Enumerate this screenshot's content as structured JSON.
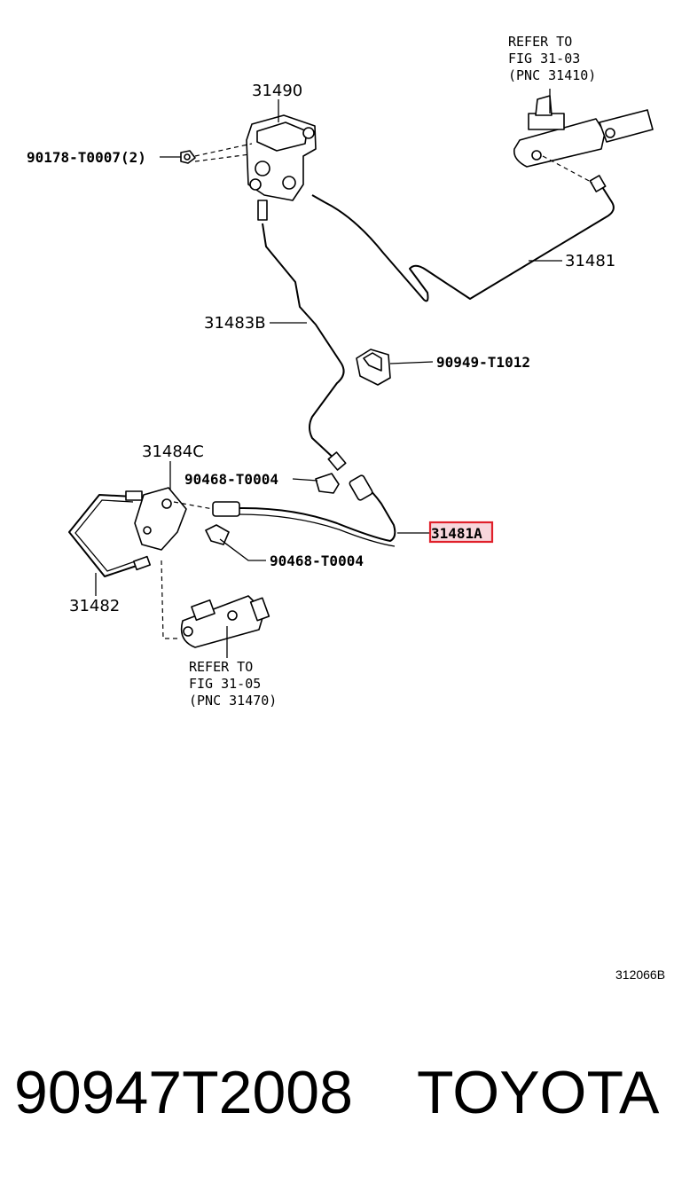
{
  "diagram": {
    "labels": {
      "p31490": "31490",
      "p90178": "90178-T0007(2)",
      "p31481": "31481",
      "p31483b": "31483B",
      "p90949": "90949-T1012",
      "p31484c": "31484C",
      "p90468a": "90468-T0004",
      "p90468b": "90468-T0004",
      "p31481a": "31481A",
      "p31482": "31482"
    },
    "refer_top": {
      "line1": "REFER TO",
      "line2": "FIG 31-03",
      "line3": "(PNC 31410)"
    },
    "refer_bottom": {
      "line1": "REFER TO",
      "line2": "FIG 31-05",
      "line3": "(PNC 31470)"
    },
    "figure_code": "312066B",
    "highlight_color": "#e0202a"
  },
  "footer": {
    "part_number": "90947T2008",
    "brand": "TOYOTA"
  }
}
